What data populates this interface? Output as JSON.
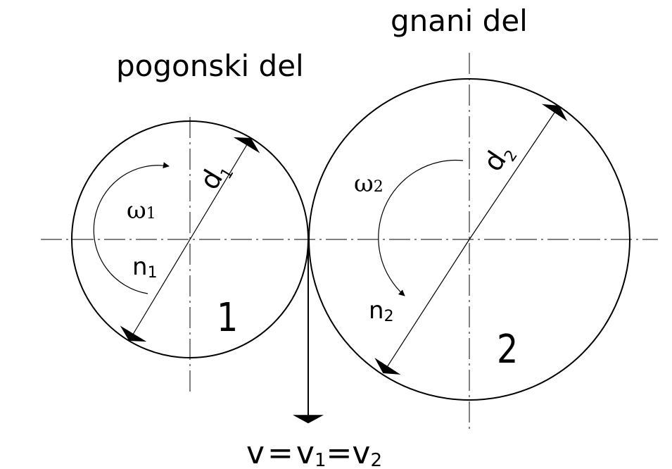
{
  "labels": {
    "driven_part": "gnani del",
    "driving_part": "pogonski del",
    "gear1_number": "1",
    "gear2_number": "2",
    "d1": {
      "base": "d",
      "sub": "1"
    },
    "d2": {
      "base": "d",
      "sub": "2"
    },
    "omega1": {
      "base": "ω",
      "sub": "1"
    },
    "omega2": {
      "base": "ω",
      "sub": "2"
    },
    "n1": {
      "base": "n",
      "sub": "1"
    },
    "n2": {
      "base": "n",
      "sub": "2"
    },
    "velocity": {
      "v": "v",
      "eq1": "=",
      "v1": "v",
      "s1": "1",
      "eq2": "=",
      "v2": "v",
      "s2": "2"
    }
  },
  "colors": {
    "line": "#000000",
    "background": "#ffffff"
  }
}
